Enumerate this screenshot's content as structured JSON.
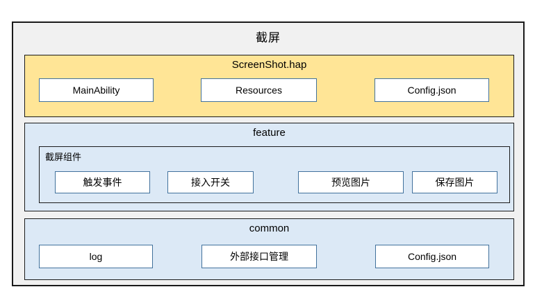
{
  "diagram": {
    "title": "截屏"
  },
  "colors": {
    "outer_background": "#f1f1f1",
    "hap_band_background": "#ffe596",
    "blue_band_background": "#dce9f6",
    "node_border": "#41719c",
    "frame_border": "#1a1a1a"
  },
  "sections": [
    {
      "id": "screenshot-hap",
      "title": "ScreenShot.hap",
      "nodes": [
        "MainAbility",
        "Resources",
        "Config.json"
      ]
    },
    {
      "id": "feature",
      "title": "feature",
      "group_label": "截屏组件",
      "nodes": [
        "触发事件",
        "接入开关",
        "预览图片",
        "保存图片"
      ]
    },
    {
      "id": "common",
      "title": "common",
      "nodes": [
        "log",
        "外部接口管理",
        "Config.json"
      ]
    }
  ]
}
